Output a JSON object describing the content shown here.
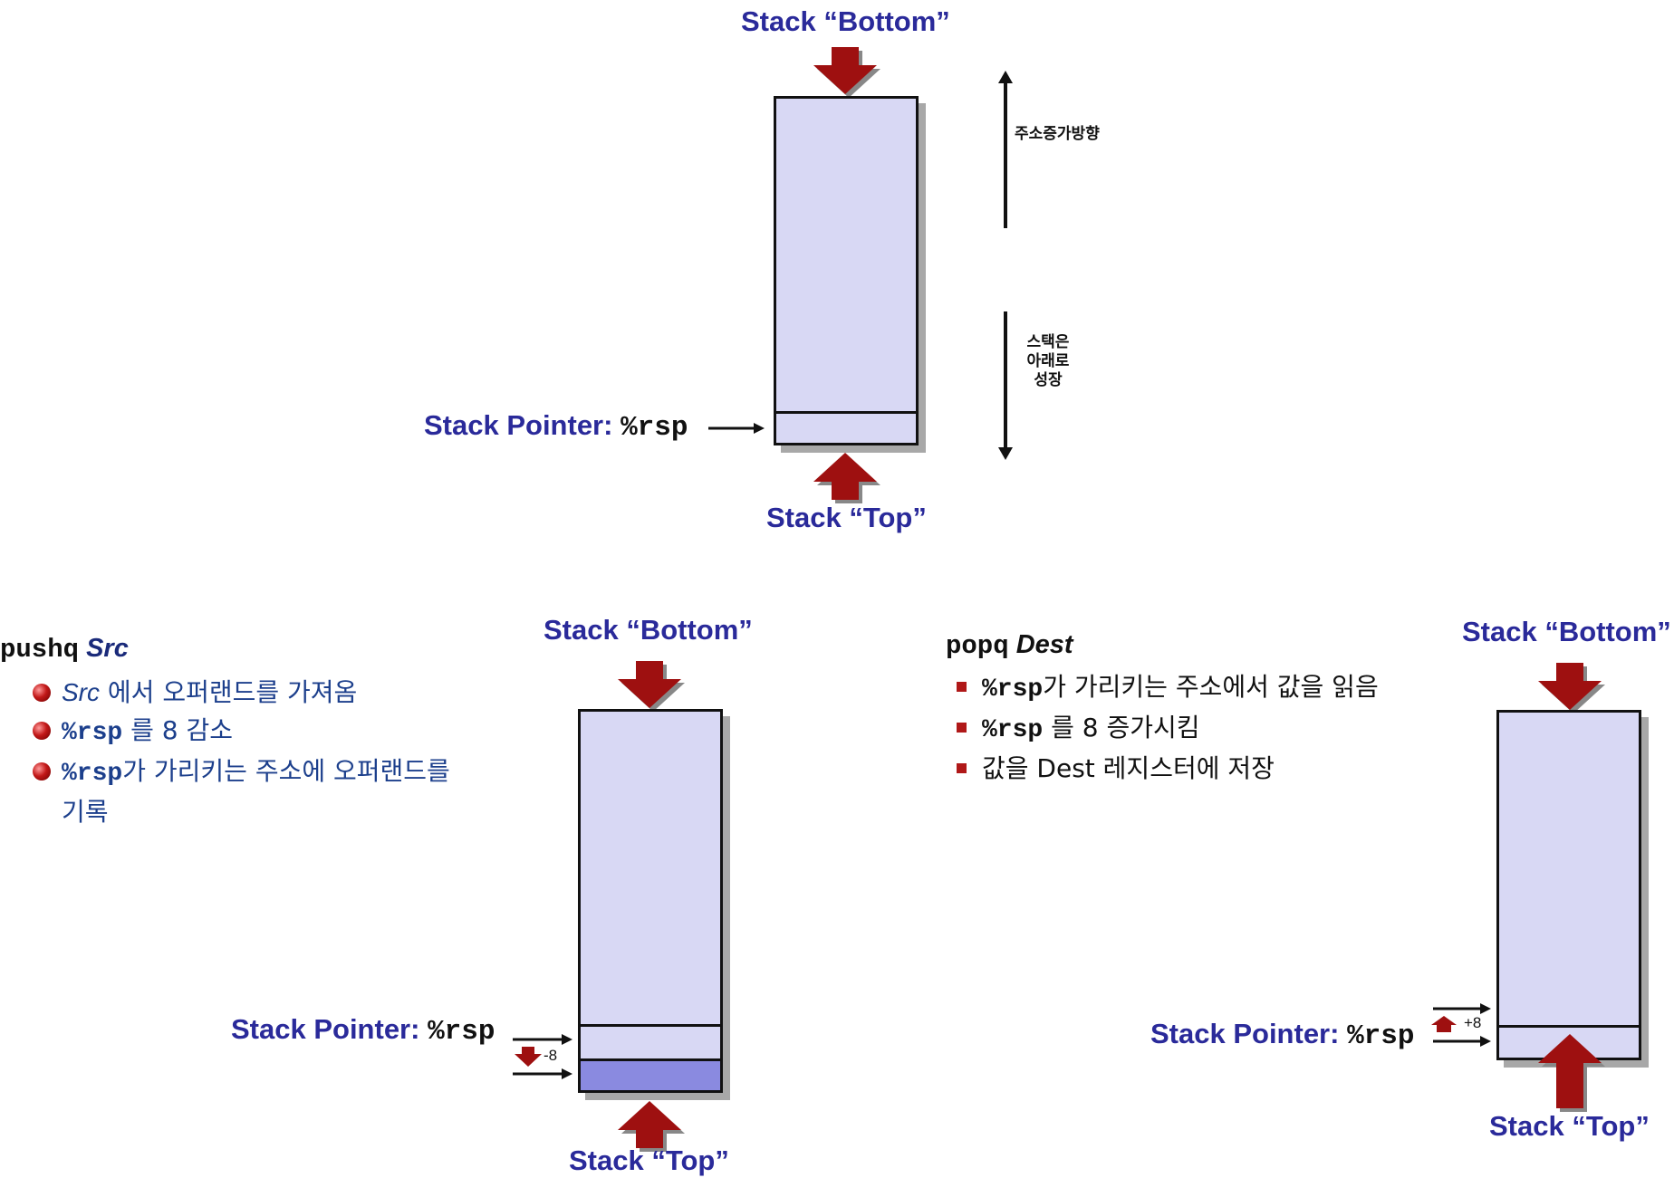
{
  "top_diagram": {
    "bottom_label": "Stack “Bottom”",
    "top_label": "Stack “Top”",
    "pointer_label": "Stack Pointer: ",
    "pointer_reg": "%rsp",
    "addr_increase": "주소증가방향",
    "grow_down": [
      "스택은",
      "아래로",
      "성장"
    ]
  },
  "push_section": {
    "op": "pushq",
    "arg": "Src",
    "bullets": [
      {
        "code": "",
        "italic": "Src",
        "text": " 에서 오퍼랜드를 가져옴"
      },
      {
        "code": "%rsp",
        "italic": "",
        "text": " 를 8 감소"
      },
      {
        "code": "%rsp",
        "italic": "",
        "text": "가  가리키는  주소에  오퍼랜드를"
      }
    ],
    "continuation": "기록",
    "bottom_label": "Stack “Bottom”",
    "top_label": "Stack “Top”",
    "pointer_label": "Stack Pointer: ",
    "pointer_reg": "%rsp",
    "delta": "-8"
  },
  "pop_section": {
    "op": "popq",
    "arg": "Dest",
    "bullets": [
      {
        "code": "%rsp",
        "text": "가  가리키는  주소에서  값을  읽음"
      },
      {
        "code": "%rsp",
        "text": " 를 8 증가시킴"
      },
      {
        "code": "",
        "text": "값을 Dest 레지스터에 저장"
      }
    ],
    "bottom_label": "Stack “Bottom”",
    "top_label": "Stack “Top”",
    "pointer_label": "Stack Pointer: ",
    "pointer_reg": "%rsp",
    "delta": "+8"
  },
  "colors": {
    "label": "#2a2a9a",
    "stack_fill": "#d8d8f4",
    "pushed_fill": "#8a8ae0",
    "arrow": "#9e1010",
    "bullet_text": "#1c3f8c"
  }
}
